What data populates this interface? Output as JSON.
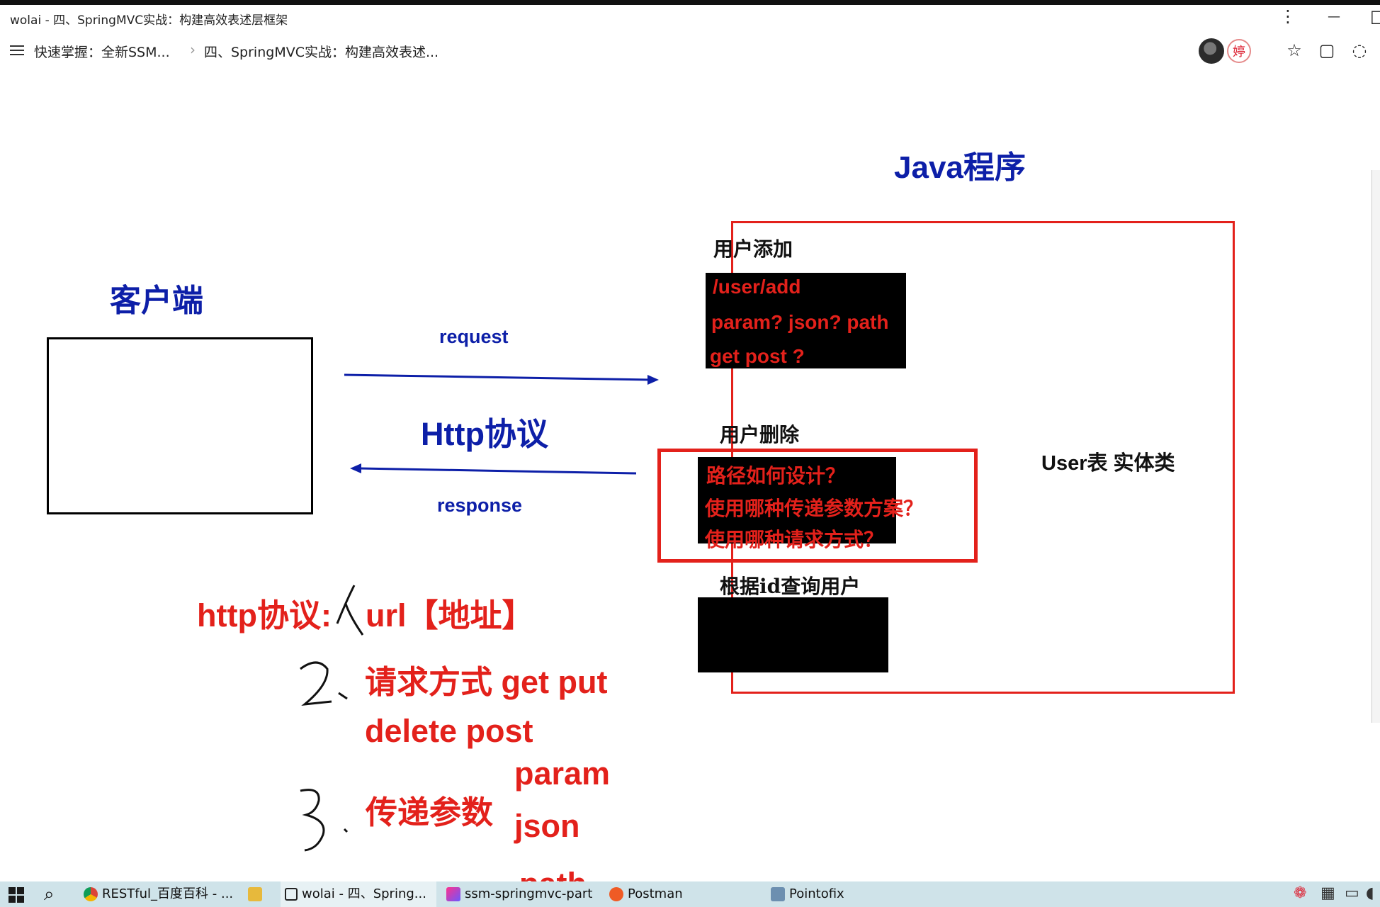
{
  "window": {
    "title": "wolai - 四、SpringMVC实战：构建高效表述层框架",
    "more_glyph": "⋮",
    "minimize_glyph": "—",
    "restore_glyph": "□"
  },
  "breadcrumb": {
    "items": [
      "快速掌握：全新SSM...",
      "四、SpringMVC实战：构建高效表述..."
    ],
    "separator": "›"
  },
  "toolbar": {
    "avatar_text": "婷",
    "icons": [
      "star-icon",
      "comment-icon",
      "chat-icon"
    ],
    "star_glyph": "☆",
    "comment_glyph": "▢",
    "chat_glyph": "◌"
  },
  "slide": {
    "java_title": "Java程序",
    "client_title": "客户端",
    "request": "request",
    "http": "Http协议",
    "response": "response",
    "user_add": {
      "label": "用户添加",
      "lines": [
        "/user/add",
        "param? json? path",
        "get post ?"
      ]
    },
    "user_delete": {
      "label": "用户删除",
      "lines": [
        "路径如何设计？",
        "使用哪种传递参数方案？",
        "使用哪种请求方式？"
      ]
    },
    "user_table": "User表 实体类",
    "user_query": {
      "label": "根据id查询用户"
    },
    "notes": {
      "n1_prefix": "http协议:",
      "n1_value": "url【地址】",
      "n2_a": "请求方式 get put",
      "n2_b": "delete post",
      "n3_label": "传递参数",
      "n3_param": "param",
      "n3_json": "json",
      "n3_path": "path"
    },
    "colors": {
      "blue": "#0d1fa8",
      "red": "#e3211b"
    }
  },
  "taskbar": {
    "items": [
      {
        "label": "RESTful_百度百科 - ...",
        "icon": "chrome-icon"
      },
      {
        "label": "",
        "icon": "folder-icon"
      },
      {
        "label": "wolai - 四、Spring...",
        "icon": "wolai-icon"
      },
      {
        "label": "ssm-springmvc-part",
        "icon": "intellij-icon"
      },
      {
        "label": "Postman",
        "icon": "postman-icon"
      },
      {
        "label": "Pointofix",
        "icon": "pointofix-icon"
      }
    ]
  }
}
